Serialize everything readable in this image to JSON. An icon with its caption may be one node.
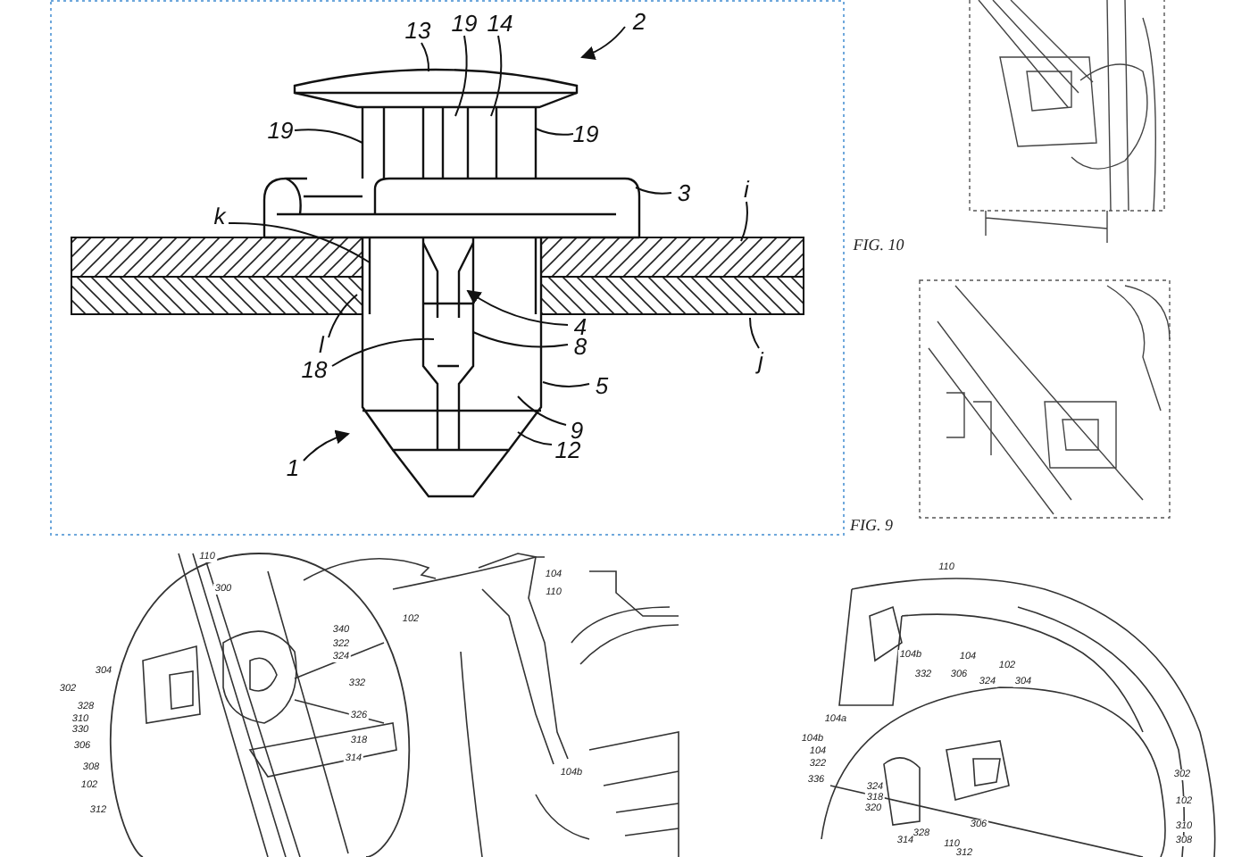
{
  "diagram": {
    "nodes": [
      {
        "text": [
          "13"
        ]
      },
      {
        "text": [
          "19"
        ]
      },
      {
        "text": [
          "14"
        ]
      },
      {
        "text": [
          "2"
        ]
      },
      {
        "text": [
          "19"
        ]
      },
      {
        "text": [
          "19"
        ]
      },
      {
        "text": [
          "3"
        ]
      },
      {
        "text": [
          "i"
        ]
      },
      {
        "text": [
          "k"
        ]
      },
      {
        "text": [
          "l"
        ]
      },
      {
        "text": [
          "4"
        ]
      },
      {
        "text": [
          "8"
        ]
      },
      {
        "text": [
          "18"
        ]
      },
      {
        "text": [
          "5"
        ]
      },
      {
        "text": [
          "j"
        ]
      },
      {
        "text": [
          "9"
        ]
      },
      {
        "text": [
          "12"
        ]
      },
      {
        "text": [
          "1"
        ]
      }
    ],
    "edges": [
      {
        "from": 0,
        "to": null,
        "arrow": "none"
      },
      {
        "from": 1,
        "to": null,
        "arrow": "none"
      },
      {
        "from": 2,
        "to": null,
        "arrow": "none"
      },
      {
        "from": 3,
        "to": null,
        "arrow": "to"
      },
      {
        "from": 4,
        "to": null,
        "arrow": "none"
      },
      {
        "from": 5,
        "to": null,
        "arrow": "none"
      },
      {
        "from": 6,
        "to": null,
        "arrow": "none"
      },
      {
        "from": 7,
        "to": null,
        "arrow": "none"
      },
      {
        "from": 8,
        "to": null,
        "arrow": "none"
      },
      {
        "from": 9,
        "to": null,
        "arrow": "none"
      },
      {
        "from": 10,
        "to": null,
        "arrow": "to"
      },
      {
        "from": 11,
        "to": null,
        "arrow": "none"
      },
      {
        "from": 12,
        "to": null,
        "arrow": "none"
      },
      {
        "from": 13,
        "to": null,
        "arrow": "none"
      },
      {
        "from": 14,
        "to": null,
        "arrow": "none"
      },
      {
        "from": 15,
        "to": null,
        "arrow": "none"
      },
      {
        "from": 16,
        "to": null,
        "arrow": "none"
      },
      {
        "from": 17,
        "to": null,
        "arrow": "to"
      }
    ],
    "labels": [
      "FIG. 10",
      "FIG. 9",
      "110",
      "300",
      "340",
      "322",
      "324",
      "332",
      "304",
      "302",
      "328",
      "326",
      "310",
      "330",
      "318",
      "306",
      "314",
      "308",
      "102",
      "312",
      "104",
      "110",
      "102",
      "104b",
      "110",
      "104b",
      "104",
      "102",
      "332",
      "306",
      "324",
      "304",
      "104a",
      "104b",
      "104",
      "322",
      "302",
      "336",
      "324",
      "318",
      "102",
      "320",
      "306",
      "310",
      "328",
      "314",
      "308",
      "110",
      "312"
    ]
  }
}
